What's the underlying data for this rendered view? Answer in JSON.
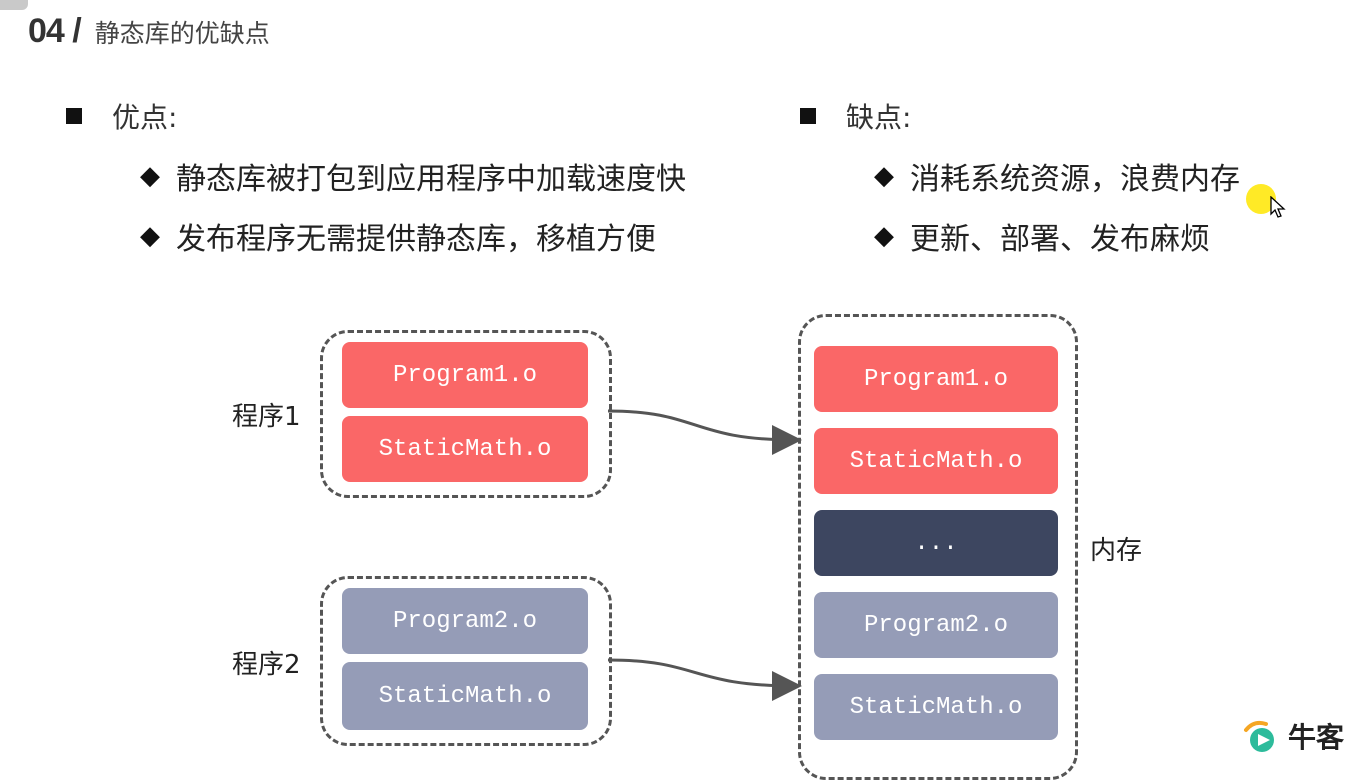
{
  "header": {
    "number": "04 /",
    "title": "静态库的优缺点"
  },
  "pros": {
    "heading": "优点:",
    "items": [
      "静态库被打包到应用程序中加载速度快",
      "发布程序无需提供静态库，移植方便"
    ]
  },
  "cons": {
    "heading": "缺点:",
    "items": [
      "消耗系统资源，浪费内存",
      "更新、部署、发布麻烦"
    ]
  },
  "diagram": {
    "program1_label": "程序1",
    "program2_label": "程序2",
    "memory_label": "内存",
    "program1_blocks": [
      "Program1.o",
      "StaticMath.o"
    ],
    "program2_blocks": [
      "Program2.o",
      "StaticMath.o"
    ],
    "memory_blocks": [
      "Program1.o",
      "StaticMath.o",
      "...",
      "Program2.o",
      "StaticMath.o"
    ],
    "colors": {
      "red": "#fa6767",
      "grey": "#959cb7",
      "dark": "#3d4660"
    }
  },
  "logo": {
    "text": "牛客"
  }
}
